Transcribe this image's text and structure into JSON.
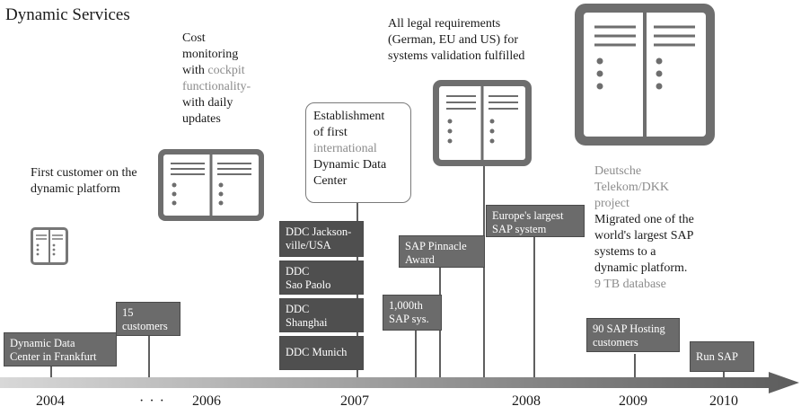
{
  "title": "Dynamic Services",
  "milestones": {
    "first_customer": "First customer on the dynamic platform",
    "cost_monitoring": [
      "Cost",
      "monitoring",
      "with ",
      "cockpit",
      "functionality-",
      "with daily",
      "updates"
    ],
    "establishment": [
      "Establishment",
      "of first",
      "international",
      "Dynamic Data",
      "Center"
    ],
    "legal": [
      "All legal requirements",
      "(German, EU and US) for",
      "systems validation fulfilled"
    ],
    "telekom_grey": [
      "Deutsche",
      "Telekom/DKK",
      "project"
    ],
    "telekom_black": [
      "Migrated one of the",
      "world's largest SAP",
      "systems to a",
      "dynamic platform."
    ],
    "telekom_db": "9 TB database"
  },
  "boxes": {
    "frankfurt": [
      "Dynamic Data",
      "Center in Frankfurt"
    ],
    "customers15": [
      "15",
      "customers"
    ],
    "jacksonville": [
      "DDC Jackson-",
      "ville/USA"
    ],
    "sao_paolo": [
      "DDC",
      "Sao Paolo"
    ],
    "shanghai": [
      "DDC",
      "Shanghai"
    ],
    "munich": [
      "DDC Munich"
    ],
    "sap1000": [
      "1,000th",
      "SAP sys."
    ],
    "pinnacle": [
      "SAP Pinnacle",
      "Award"
    ],
    "europe": [
      "Europe's largest",
      "SAP system"
    ],
    "hosting": [
      "90 SAP Hosting",
      "customers"
    ],
    "runsap": [
      "Run SAP"
    ]
  },
  "timeline": {
    "years": [
      "2004",
      "2006",
      "2007",
      "2008",
      "2009",
      "2010"
    ],
    "ellipsis": "· · ·"
  },
  "colors": {
    "box": "#6b6b6b",
    "box_dark": "#4f4f4f",
    "arrow": "#6e6e6e",
    "grey_text": "#8c8c8c"
  }
}
